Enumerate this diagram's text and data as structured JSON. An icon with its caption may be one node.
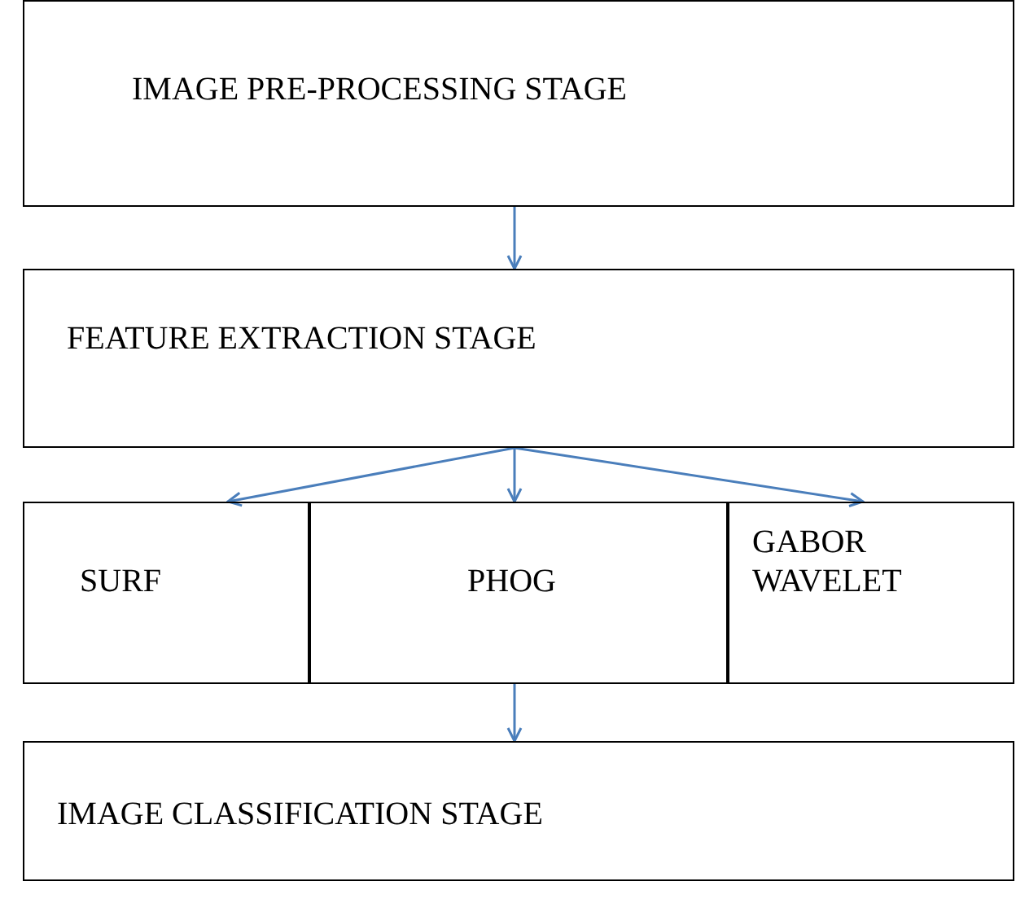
{
  "diagram": {
    "nodes": [
      {
        "text": [
          "IMAGE PRE-PROCESSING  STAGE"
        ]
      },
      {
        "text": [
          "FEATURE  EXTRACTION  STAGE"
        ]
      },
      {
        "text": [
          "SURF"
        ]
      },
      {
        "text": [
          "PHOG"
        ]
      },
      {
        "text": [
          "GABOR WAVELET"
        ]
      },
      {
        "text": [
          "IMAGE CLASSIFICATION STAGE"
        ]
      }
    ],
    "edges": [
      {
        "from": 0,
        "to": 1,
        "arrow": "to"
      },
      {
        "from": 1,
        "to": 2,
        "arrow": "to"
      },
      {
        "from": 1,
        "to": 3,
        "arrow": "to"
      },
      {
        "from": 1,
        "to": 4,
        "arrow": "to"
      },
      {
        "from": 3,
        "to": 5,
        "arrow": "to"
      }
    ]
  }
}
